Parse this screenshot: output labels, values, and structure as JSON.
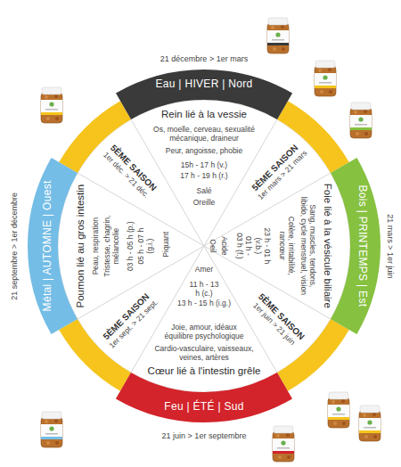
{
  "diagram": {
    "nodes": [
      {
        "text": [
          "Eau | HIVER | Nord"
        ]
      },
      {
        "text": [
          "Rein lié à la vessie",
          "Os, moelle, cerveau, sexualité mécanique, draineur",
          "Peur, angoisse, phobie",
          "15h - 17 h (v.)",
          "17 h - 19 h (r.)",
          "Salé",
          "Oreille"
        ]
      },
      {
        "text": [
          "5ÈME SAISON",
          "1er déc. > 21 déc."
        ]
      },
      {
        "text": [
          "5ÈME SAISON",
          "1er mars > 21 mars"
        ]
      },
      {
        "text": [
          "Métal | AUTOMNE | Ouest"
        ]
      },
      {
        "text": [
          "Poumon lié au gros intestin",
          "Peau, respiration",
          "Tristesse, chagrin, mélancolie",
          "03 h - 05 h (p.)",
          "05 h - 07 h (g.i.)",
          "Piquant"
        ]
      },
      {
        "text": [
          "Foie lié à la vésicule biliaire",
          "Sang, muscles, tendons, libido, cycle menstruel, vision",
          "Colère, irritabilité, rancœur",
          "23 h - 01 h (v.b.)",
          "01 h - 03 h (f.)",
          "Acide",
          "Oeil"
        ]
      },
      {
        "text": [
          "Bois | PRINTEMPS | Est"
        ]
      },
      {
        "text": [
          "5ÈME SAISON",
          "1er sept. > 21 sept."
        ]
      },
      {
        "text": [
          "5ÈME SAISON",
          "1er juin > 21 juin"
        ]
      },
      {
        "text": [
          "Amer",
          "11 h - 13 h (c.)",
          "13 h - 15 h (i.g.)",
          "Joie, amour, idéaux équilibre psychologique",
          "Cardio-vasculaire, vaisseaux, veines, artères",
          "Cœur lié à l'intestin grêle"
        ]
      },
      {
        "text": [
          "Feu | ÉTÉ | Sud"
        ]
      }
    ],
    "labels": [
      "21 décembre > 1er mars",
      "21 septembre > 1er décembre",
      "21 mars > 1er juin",
      "21 juin > 1er septembre"
    ]
  }
}
